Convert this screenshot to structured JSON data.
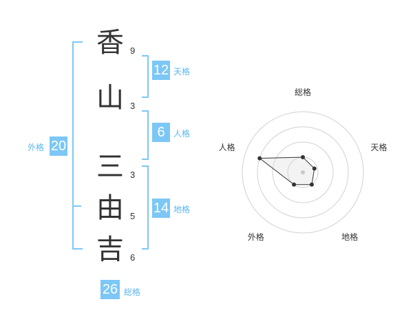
{
  "name": {
    "chars": [
      {
        "char": "香",
        "strokes": "9"
      },
      {
        "char": "山",
        "strokes": "3"
      },
      {
        "char": "三",
        "strokes": "3"
      },
      {
        "char": "由",
        "strokes": "5"
      },
      {
        "char": "吉",
        "strokes": "6"
      }
    ]
  },
  "fortune": {
    "tenkaku": {
      "value": "12",
      "label": "天格"
    },
    "jinkaku": {
      "value": "6",
      "label": "人格"
    },
    "chikaku": {
      "value": "14",
      "label": "地格"
    },
    "gaikaku": {
      "value": "20",
      "label": "外格"
    },
    "soukaku": {
      "value": "26",
      "label": "総格"
    }
  },
  "colors": {
    "accent": "#7cc7f5",
    "label": "#5bb6f0"
  },
  "chart_data": {
    "type": "radar",
    "axes": [
      "総格",
      "天格",
      "地格",
      "外格",
      "人格"
    ],
    "values": [
      0.25,
      0.2,
      0.25,
      0.25,
      0.75
    ],
    "max": 1,
    "rings": 4
  }
}
